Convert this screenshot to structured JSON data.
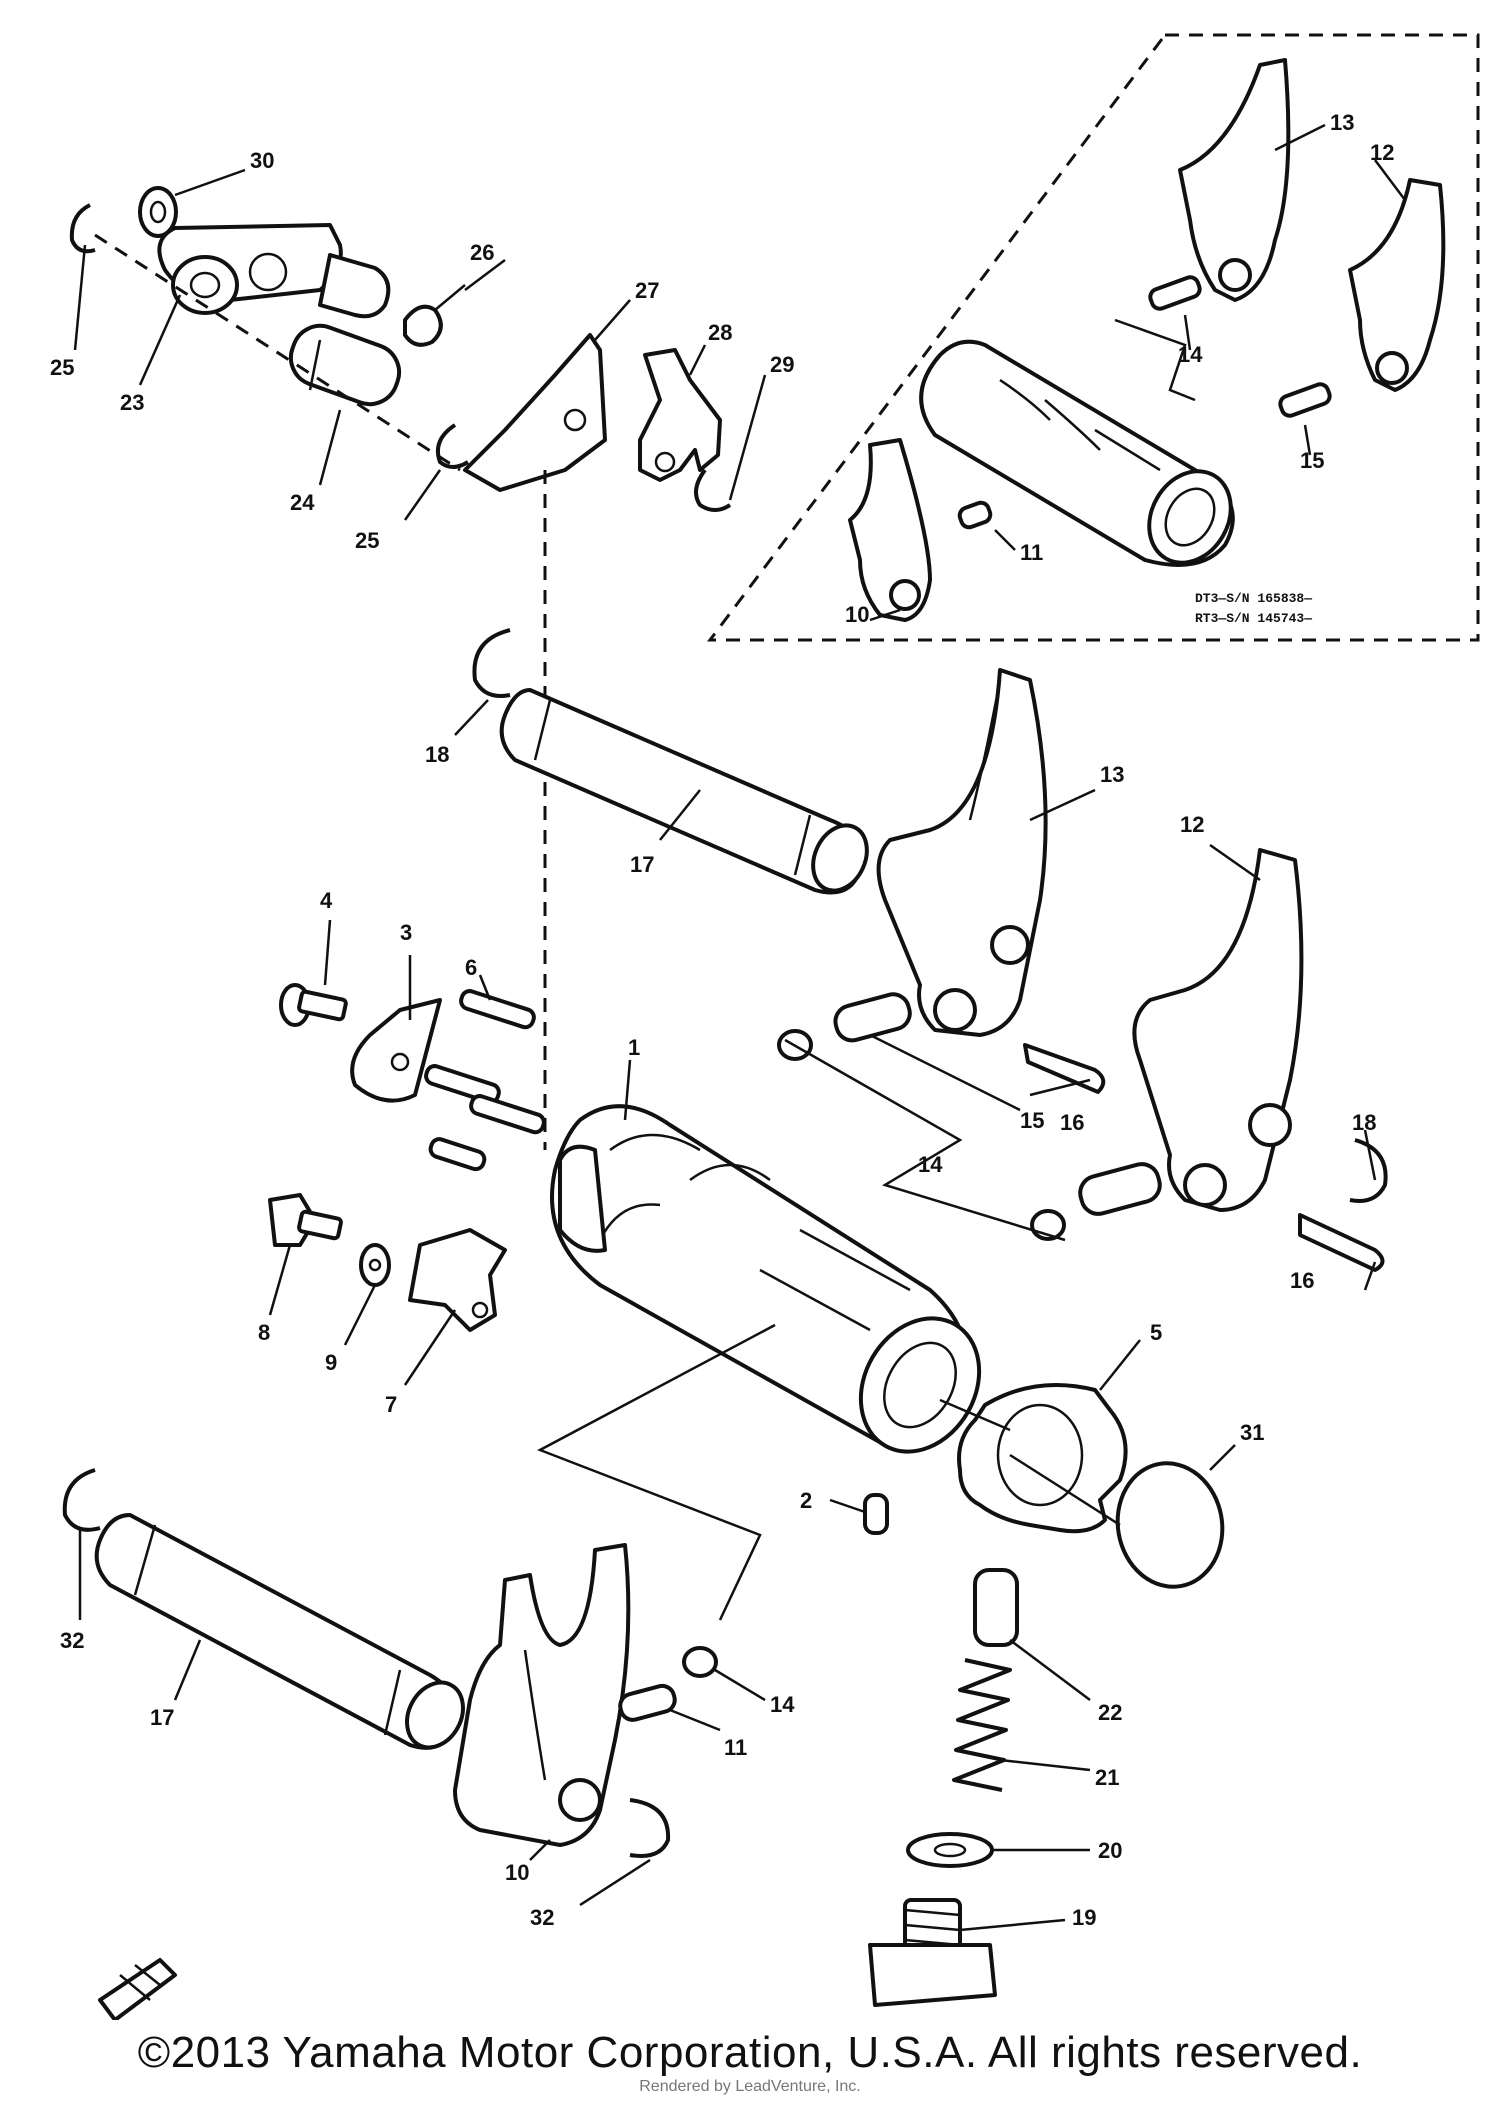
{
  "callouts": {
    "c30": "30",
    "c26": "26",
    "c27": "27",
    "c28": "28",
    "c29": "29",
    "c25a": "25",
    "c23": "23",
    "c24": "24",
    "c25b": "25",
    "c18a": "18",
    "c17a": "17",
    "c13": "13",
    "c12": "12",
    "c4": "4",
    "c3": "3",
    "c6": "6",
    "c1": "1",
    "c15": "15",
    "c16a": "16",
    "c14a": "14",
    "c18b": "18",
    "c16b": "16",
    "c8": "8",
    "c9": "9",
    "c7": "7",
    "c5": "5",
    "c31": "31",
    "c2": "2",
    "c32a": "32",
    "c17b": "17",
    "c22": "22",
    "c14b": "14",
    "c11a": "11",
    "c21": "21",
    "c20": "20",
    "c10": "10",
    "c19": "19",
    "c32b": "32",
    "inset_c13": "13",
    "inset_c12": "12",
    "inset_c14": "14",
    "inset_c15": "15",
    "inset_c11": "11",
    "inset_c10": "10"
  },
  "inset_note": {
    "line1": "DT3—S/N 165838—",
    "line2": "RT3—S/N 145743—"
  },
  "copyright": "©2013 Yamaha Motor Corporation, U.S.A. All rights reserved.",
  "watermark": "Rendered by LeadVenture, Inc."
}
